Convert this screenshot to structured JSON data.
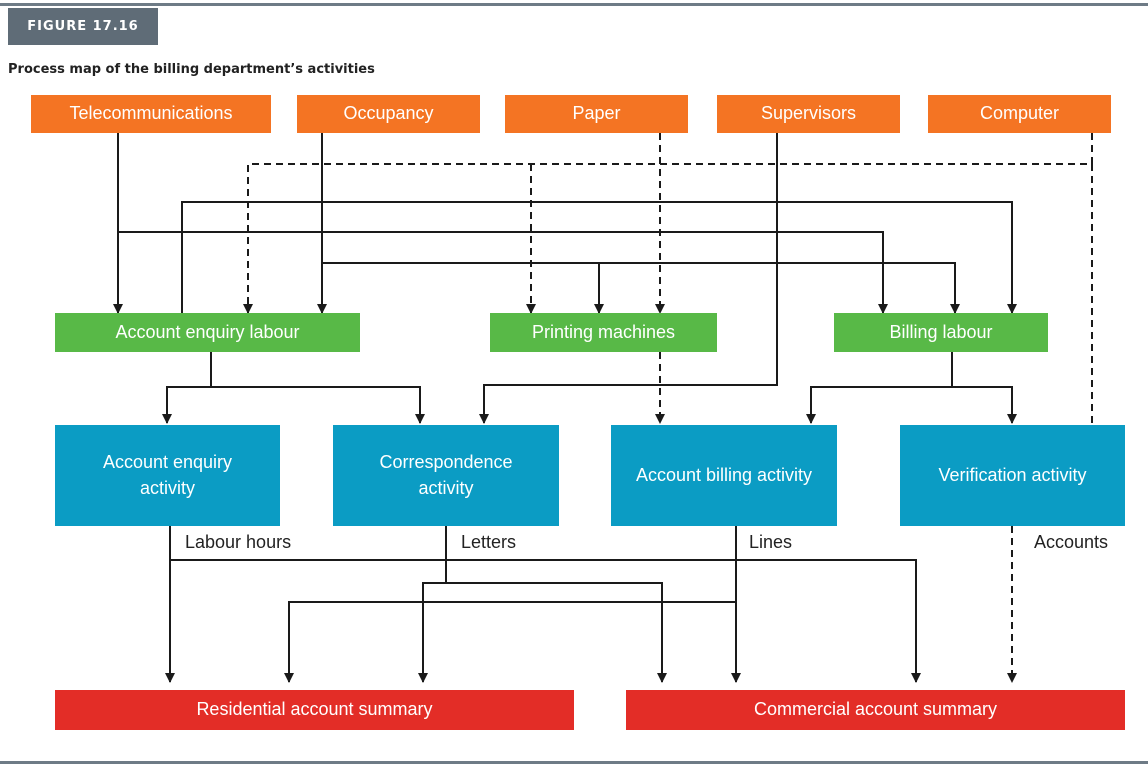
{
  "figure": {
    "label": "FIGURE 17.16",
    "caption": "Process map of the billing department’s activities"
  },
  "resources": [
    "Telecommunications",
    "Occupancy",
    "Paper",
    "Supervisors",
    "Computer"
  ],
  "resource_centres": [
    "Account enquiry labour",
    "Printing machines",
    "Billing labour"
  ],
  "activities": [
    "Account enquiry activity",
    "Correspondence activity",
    "Account billing activity",
    "Verification activity"
  ],
  "drivers": [
    "Labour hours",
    "Letters",
    "Lines",
    "Accounts"
  ],
  "cost_objects": [
    "Residential account summary",
    "Commercial account summary"
  ],
  "colors": {
    "resource": "#f47423",
    "resource_centre": "#58b947",
    "activity": "#0b9cc4",
    "cost_object": "#e32d27",
    "line": "#1a1a1a",
    "rule": "#6e7b86"
  }
}
